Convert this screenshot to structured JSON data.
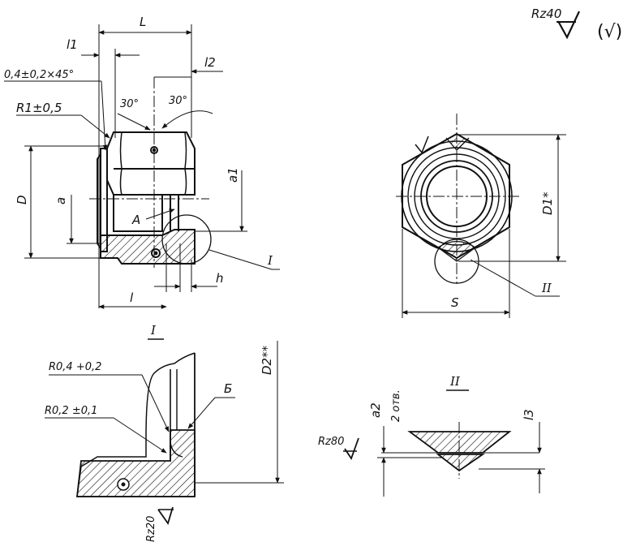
{
  "labels": {
    "rz40": "Rz40",
    "paren_check": "(√)",
    "L": "L",
    "l1": "l1",
    "l2": "l2",
    "chamfer": "0,4±0,2×45°",
    "r1": "R1±0,5",
    "angle_left": "30°",
    "angle_right": "30°",
    "D": "D",
    "a": "a",
    "a1": "a1",
    "A": "A",
    "h": "h",
    "l": "l",
    "callout_I": "I",
    "callout_II": "II",
    "S": "S",
    "D1": "D1*",
    "view_I_title": "I",
    "r04": "R0,4 +0,2",
    "r02": "R0,2 ±0,1",
    "B": "Б",
    "D2": "D2**",
    "rz20": "Rz20",
    "view_II_title": "II",
    "a2": "a2",
    "two_holes": "2 отв.",
    "rz80": "Rz80",
    "l3": "l3"
  },
  "colors": {
    "ink": "#111111",
    "paper": "#ffffff"
  }
}
